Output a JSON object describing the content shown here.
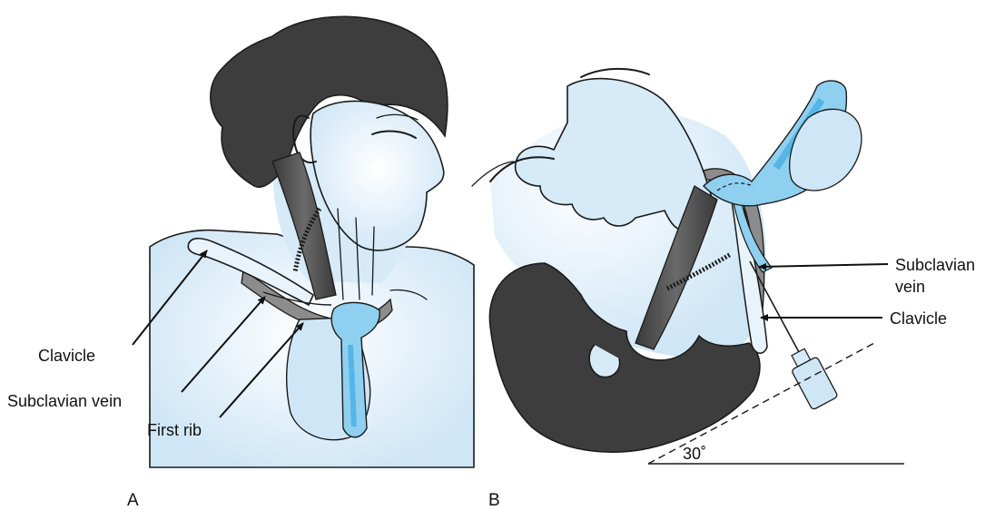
{
  "panel_a": {
    "letter": "A",
    "labels": {
      "clavicle": "Clavicle",
      "subclavian_vein": "Subclavian vein",
      "first_rib": "First rib"
    }
  },
  "panel_b": {
    "letter": "B",
    "labels": {
      "subclavian_vein_line1": "Subclavian",
      "subclavian_vein_line2": "vein",
      "clavicle": "Clavicle",
      "angle": "30˚"
    }
  },
  "colors": {
    "skin": "#dcecf8",
    "vessel": "#8fd0f0",
    "vessel_dark": "#55b6e6",
    "hair": "#3d3d3d",
    "muscle": "#5a5a5a",
    "rib": "#8c8c8c"
  }
}
